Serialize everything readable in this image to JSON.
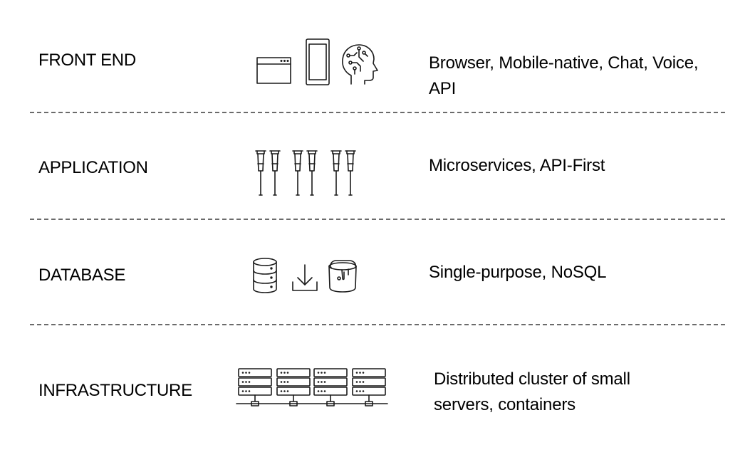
{
  "layers": [
    {
      "label": "FRONT END",
      "description": "Browser, Mobile-native, Chat, Voice, API",
      "icons": [
        "browser-window-icon",
        "mobile-phone-icon",
        "ai-head-icon"
      ]
    },
    {
      "label": "APPLICATION",
      "description": "Microservices, API-First",
      "icons": [
        "crutch-pair-icon",
        "crutch-pair-icon",
        "crutch-pair-icon"
      ]
    },
    {
      "label": "DATABASE",
      "description": "Single-purpose, NoSQL",
      "icons": [
        "database-cylinder-icon",
        "download-tray-icon",
        "paint-bucket-icon"
      ]
    },
    {
      "label": "INFRASTRUCTURE",
      "description": "Distributed cluster of small servers, containers",
      "icons": [
        "server-rack-icon",
        "server-rack-icon",
        "server-rack-icon",
        "server-rack-icon",
        "network-bus-icon"
      ]
    }
  ],
  "colors": {
    "text": "#000000",
    "icon_stroke": "#1a1a1a",
    "divider": "#6b6b6b",
    "background": "#ffffff"
  }
}
